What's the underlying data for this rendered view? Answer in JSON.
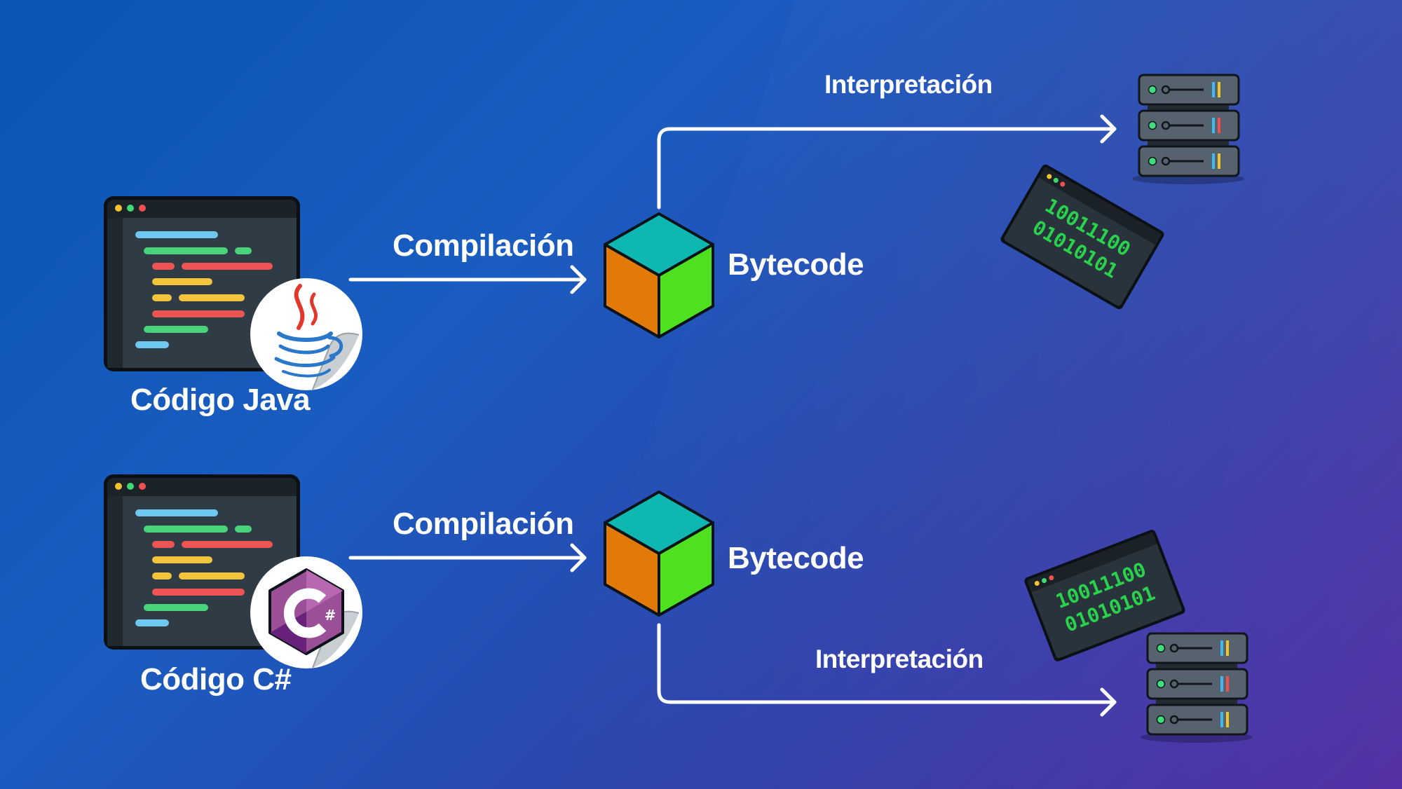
{
  "labels": {
    "java_code": "Código Java",
    "csharp_code": "Código C#",
    "compile_top": "Compilación",
    "compile_bottom": "Compilación",
    "bytecode_top": "Bytecode",
    "bytecode_bottom": "Bytecode",
    "interpret_top": "Interpretación",
    "interpret_bottom": "Interpretación"
  },
  "binary_top": {
    "line1": "10011100",
    "line2": "01010101"
  },
  "binary_bottom": {
    "line1": "10011100",
    "line2": "01010101"
  },
  "icons": [
    "code-editor-icon",
    "java-logo-icon",
    "csharp-logo-icon",
    "cube-icon",
    "server-icon",
    "binary-window-icon",
    "arrow-icon"
  ],
  "colors": {
    "cube_top": "#0eb8b0",
    "cube_left": "#e27a08",
    "cube_right": "#4fe020",
    "binary_text": "#2ad14c",
    "arrow": "#ffffff"
  }
}
